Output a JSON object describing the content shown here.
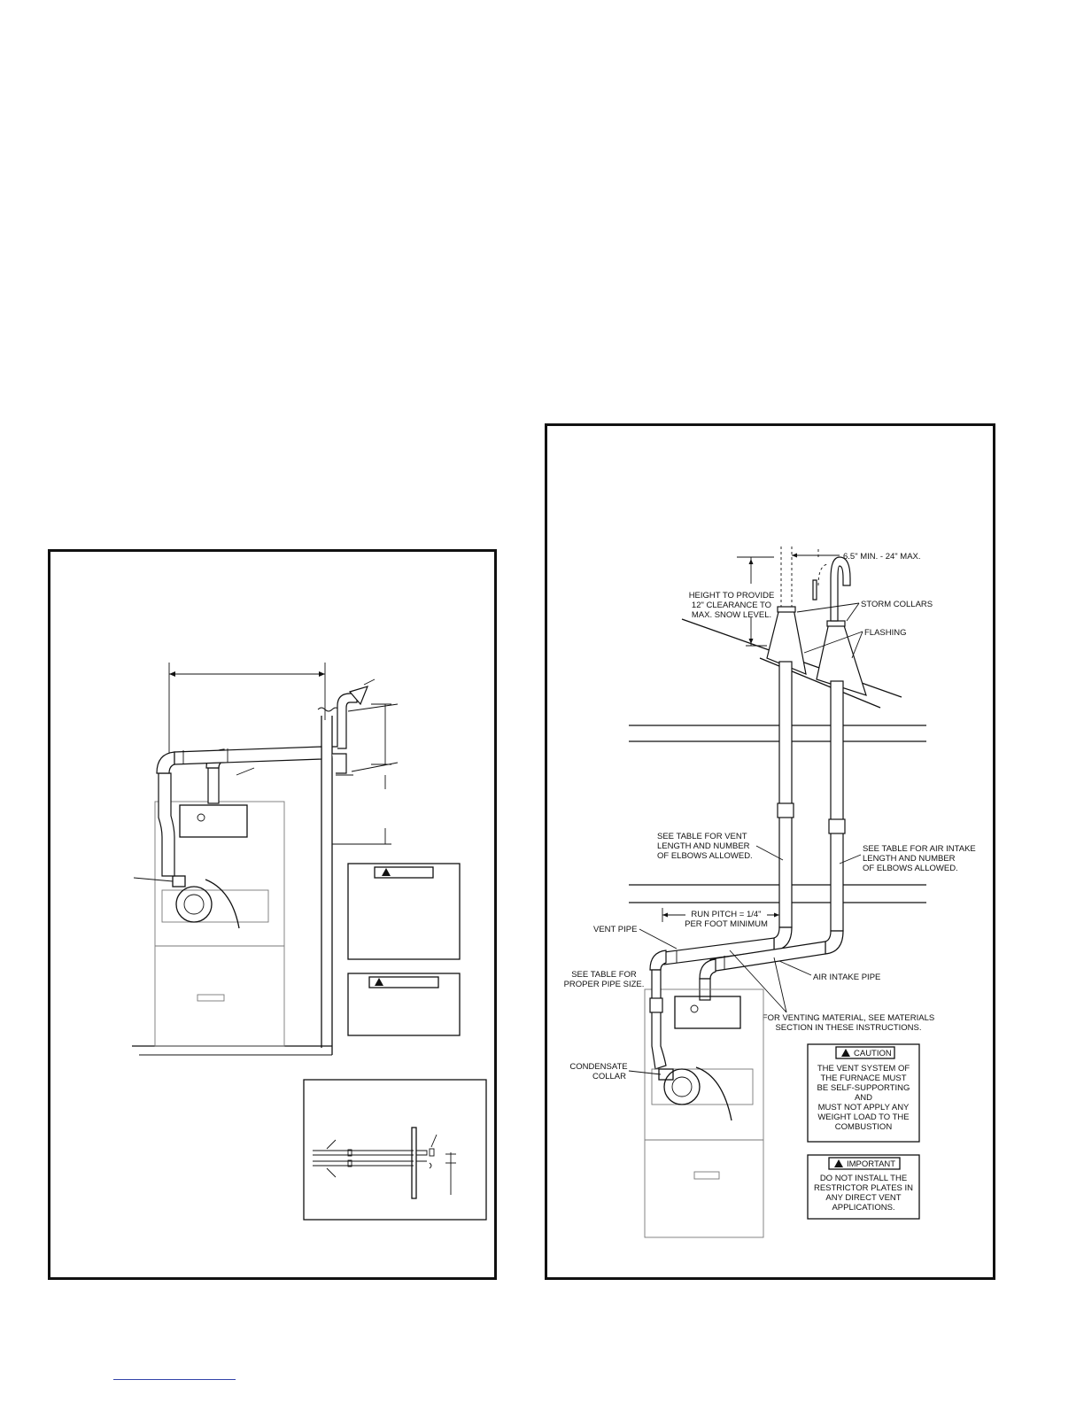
{
  "right_diagram": {
    "labels": {
      "clearance_dim": "6.5\" MIN. - 24\" MAX.",
      "height_line1": "HEIGHT TO PROVIDE",
      "height_line2": "12\" CLEARANCE TO",
      "height_line3": "MAX. SNOW LEVEL.",
      "storm_collars": "STORM COLLARS",
      "flashing": "FLASHING",
      "vent_table_1": "SEE TABLE FOR VENT",
      "vent_table_2": "LENGTH AND NUMBER",
      "vent_table_3": "OF ELBOWS ALLOWED.",
      "air_table_1": "SEE TABLE FOR AIR INTAKE",
      "air_table_2": "LENGTH AND NUMBER",
      "air_table_3": "OF ELBOWS ALLOWED.",
      "run_pitch_1": "RUN PITCH = 1/4\"",
      "run_pitch_2": "PER FOOT MINIMUM",
      "vent_pipe": "VENT PIPE",
      "pipe_size_1": "SEE TABLE FOR",
      "pipe_size_2": "PROPER PIPE SIZE.",
      "air_intake_pipe": "AIR INTAKE PIPE",
      "material_1": "FOR VENTING MATERIAL, SEE MATERIALS",
      "material_2": "SECTION IN THESE INSTRUCTIONS.",
      "condensate_1": "CONDENSATE",
      "condensate_2": "COLLAR"
    },
    "caution": {
      "title": "CAUTION",
      "line1": "THE VENT SYSTEM OF",
      "line2": "THE FURNACE MUST",
      "line3": "BE SELF-SUPPORTING",
      "line4": "AND",
      "line5": "MUST NOT APPLY ANY",
      "line6": "WEIGHT LOAD TO THE",
      "line7": "COMBUSTION"
    },
    "important": {
      "title": "IMPORTANT",
      "line1": "DO NOT INSTALL THE",
      "line2": "RESTRICTOR PLATES IN",
      "line3": "ANY DIRECT VENT",
      "line4": "APPLICATIONS."
    }
  },
  "icons": {
    "warning": "warning-triangle-icon"
  }
}
